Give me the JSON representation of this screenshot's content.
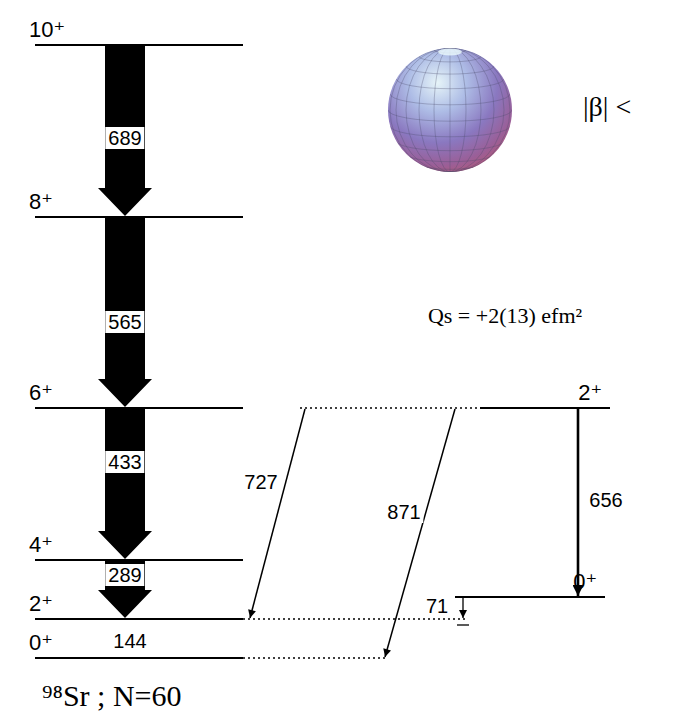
{
  "diagram": {
    "nodes": [
      {
        "text": [
          "10⁺"
        ]
      },
      {
        "text": [
          "8⁺"
        ]
      },
      {
        "text": [
          "6⁺"
        ]
      },
      {
        "text": [
          "2⁺"
        ]
      },
      {
        "text": [
          "4⁺"
        ]
      },
      {
        "text": [
          "0⁺"
        ]
      },
      {
        "text": [
          "2⁺"
        ]
      },
      {
        "text": [
          "0⁺"
        ]
      }
    ],
    "edges": [
      {
        "from": 0,
        "to": 1,
        "arrow": "to",
        "label": "689"
      },
      {
        "from": 1,
        "to": 2,
        "arrow": "to",
        "label": "565"
      },
      {
        "from": 2,
        "to": 4,
        "arrow": "to",
        "label": "433"
      },
      {
        "from": 4,
        "to": 6,
        "arrow": "to",
        "label": "289"
      },
      {
        "from": 3,
        "to": 6,
        "arrow": "to",
        "label": "727"
      },
      {
        "from": 3,
        "to": 7,
        "arrow": "to",
        "label": "871"
      },
      {
        "from": 3,
        "to": 5,
        "arrow": "to",
        "label": "656"
      },
      {
        "from": 5,
        "to": 6,
        "arrow": "to",
        "label": "71"
      }
    ],
    "labels": [
      "144",
      "|β| <",
      "Qs = +2(13) efm²",
      "⁹⁸Sr ; N=60"
    ]
  }
}
